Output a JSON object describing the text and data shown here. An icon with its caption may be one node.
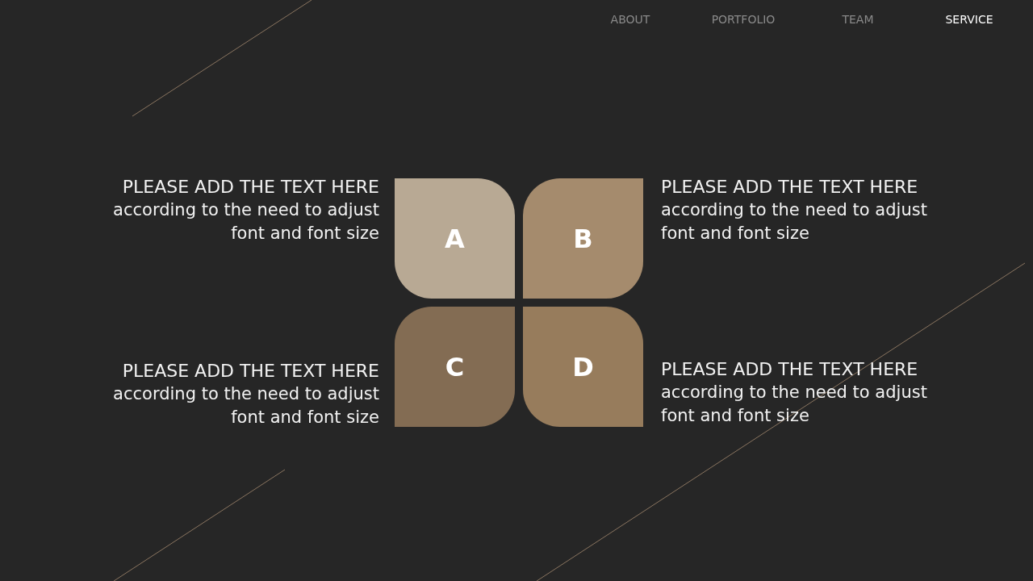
{
  "diagram": {
    "nodes": [
      {
        "text": [
          "A"
        ],
        "beside": [
          "PLEASE ADD THE TEXT HERE",
          "according to the need to adjust font and font size"
        ]
      },
      {
        "text": [
          "B"
        ],
        "beside": [
          "PLEASE ADD THE TEXT HERE",
          "according to the need to adjust font and font size"
        ]
      },
      {
        "text": [
          "C"
        ],
        "beside": [
          "PLEASE ADD THE TEXT HERE",
          "according to the need to adjust font and font size"
        ]
      },
      {
        "text": [
          "D"
        ],
        "beside": [
          "PLEASE ADD THE TEXT HERE",
          "according to the need to adjust font and font size"
        ]
      }
    ],
    "edges": [],
    "labels": [
      "ABOUT",
      "PORTFOLIO",
      "TEAM",
      "SERVICE"
    ]
  }
}
